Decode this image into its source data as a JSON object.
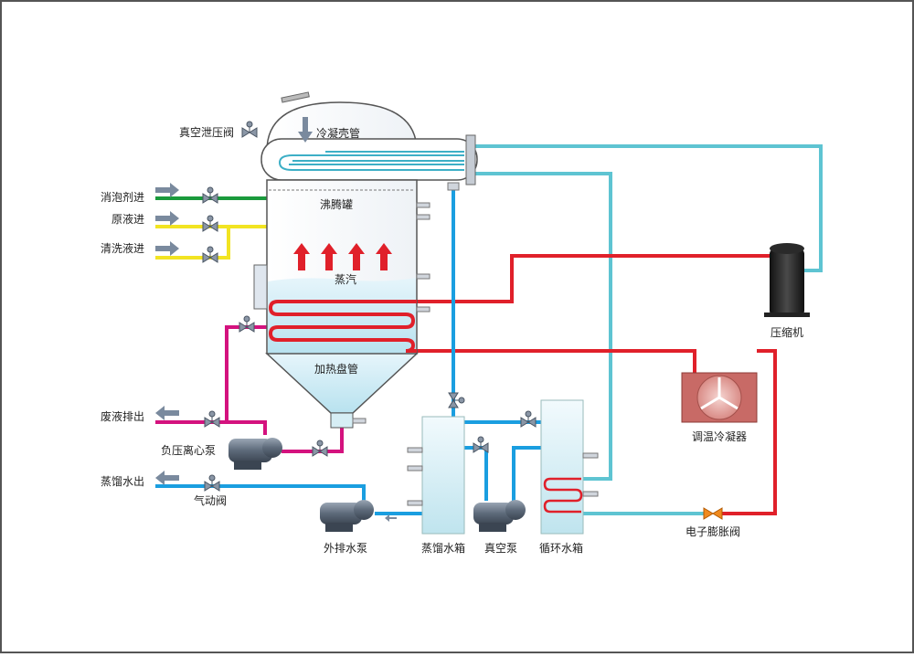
{
  "labels": {
    "vacuum_relief_valve": "真空泄压阀",
    "condenser_shell_tube": "冷凝壳管",
    "boiling_tank": "沸腾罐",
    "steam": "蒸汽",
    "heating_coil": "加热盘管",
    "defoamer_inlet": "消泡剂进",
    "raw_liquid_inlet": "原液进",
    "cleaning_liquid_inlet": "清洗液进",
    "waste_liquid_outlet": "废液排出",
    "negative_pressure_pump": "负压离心泵",
    "distilled_water_outlet": "蒸馏水出",
    "pneumatic_valve": "气动阀",
    "discharge_pump": "外排水泵",
    "distilled_water_tank": "蒸馏水箱",
    "vacuum_pump": "真空泵",
    "circulating_water_tank": "循环水箱",
    "compressor": "压缩机",
    "temp_condenser": "调温冷凝器",
    "expansion_valve": "电子膨胀阀"
  },
  "colors": {
    "refrigerant_hot": "#e0202a",
    "cooling_water": "#5ec4d2",
    "distillate": "#1a9ee0",
    "waste": "#d4127e",
    "defoamer": "#1a9a3c",
    "feed": "#f2e422",
    "arrow": "#7a8a9e",
    "tank_fill": "#d6eef5"
  }
}
